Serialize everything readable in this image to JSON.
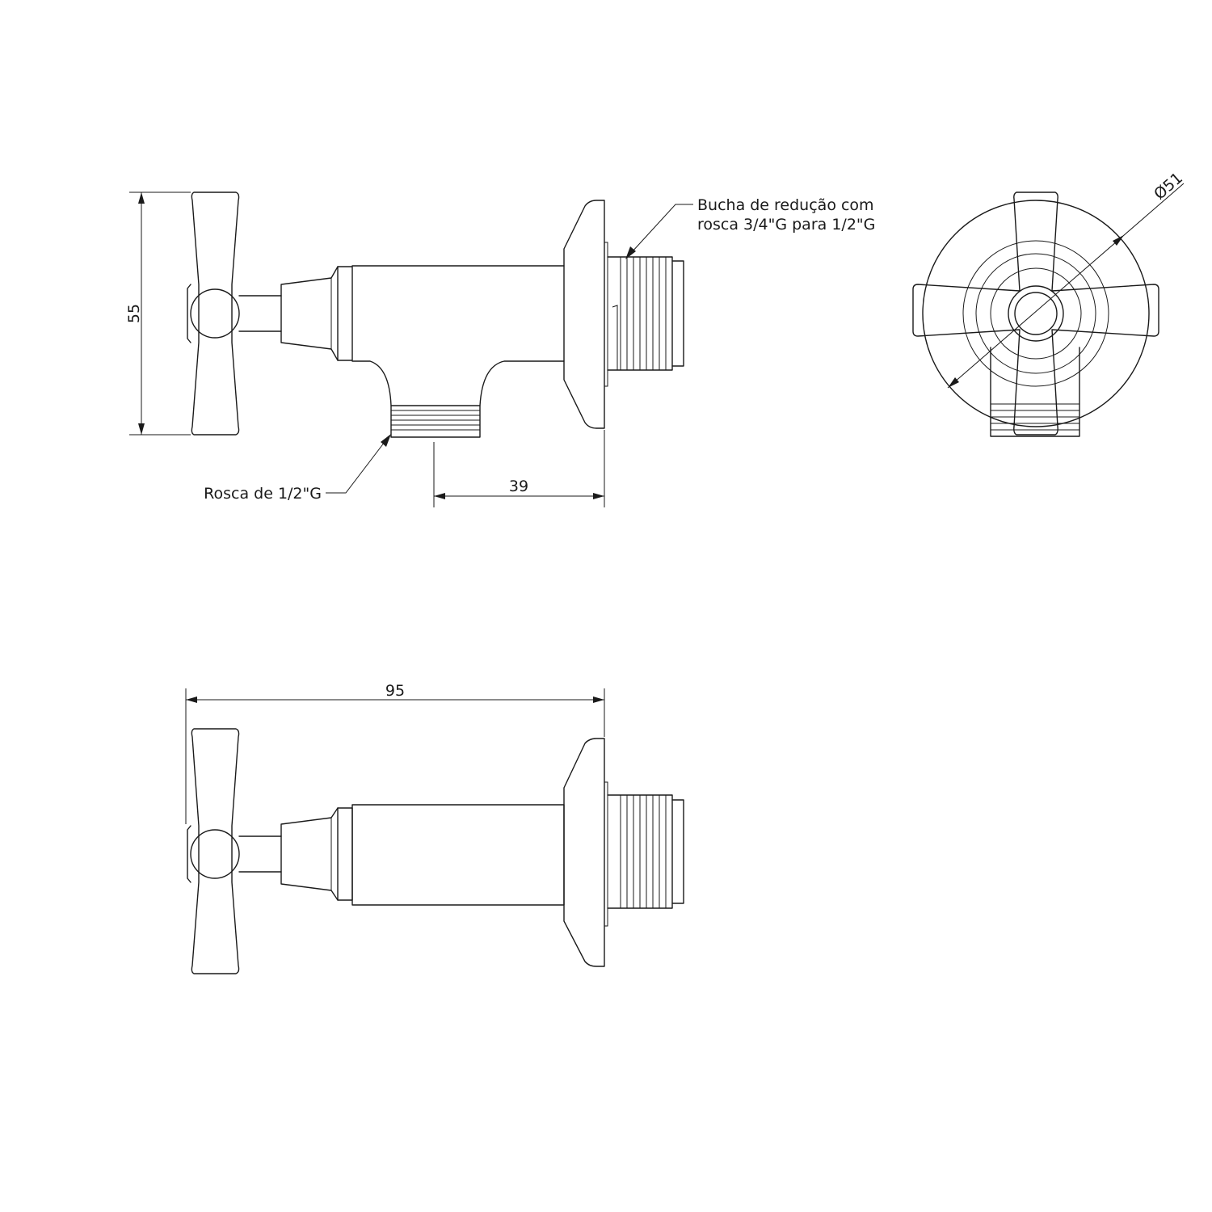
{
  "annotations": {
    "reducer_line1": "Bucha de redução com",
    "reducer_line2": "rosca 3/4\"G para 1/2\"G",
    "thread_half": "Rosca de 1/2\"G"
  },
  "dimensions": {
    "height": "55",
    "outlet_offset": "39",
    "length": "95",
    "flange_diameter": "Ø51"
  }
}
